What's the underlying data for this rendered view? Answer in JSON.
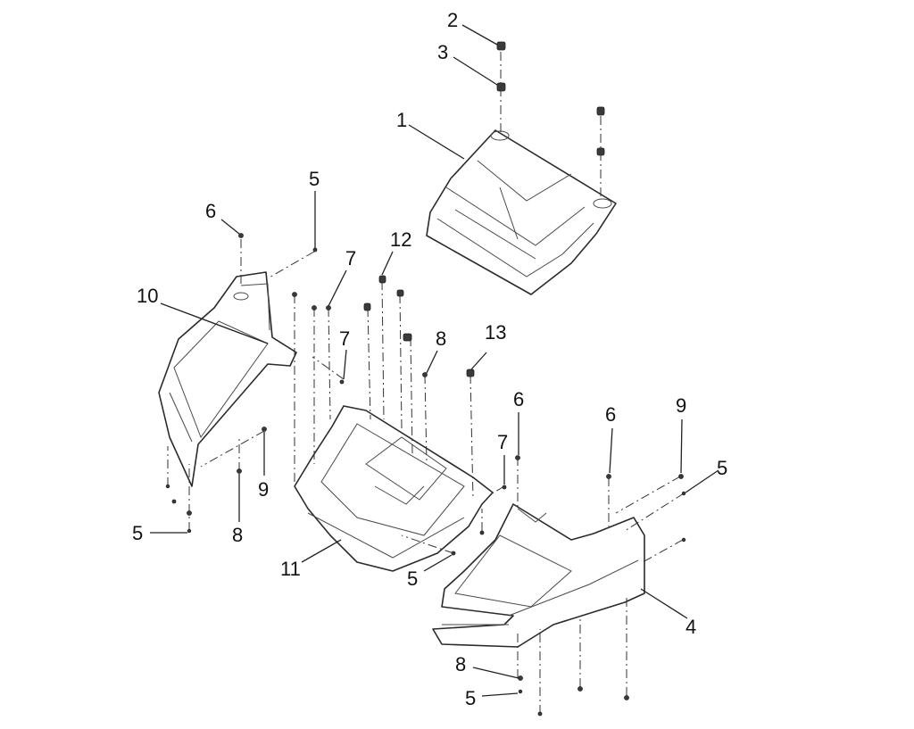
{
  "callouts": [
    {
      "id": "c2",
      "text": "2"
    },
    {
      "id": "c3",
      "text": "3"
    },
    {
      "id": "c1",
      "text": "1"
    },
    {
      "id": "c5a",
      "text": "5"
    },
    {
      "id": "c6a",
      "text": "6"
    },
    {
      "id": "c12",
      "text": "12"
    },
    {
      "id": "c7a",
      "text": "7"
    },
    {
      "id": "c10",
      "text": "10"
    },
    {
      "id": "c7b",
      "text": "7"
    },
    {
      "id": "c8a",
      "text": "8"
    },
    {
      "id": "c13",
      "text": "13"
    },
    {
      "id": "c6b",
      "text": "6"
    },
    {
      "id": "c6c",
      "text": "6"
    },
    {
      "id": "c9a",
      "text": "9"
    },
    {
      "id": "c7c",
      "text": "7"
    },
    {
      "id": "c5b",
      "text": "5"
    },
    {
      "id": "c9b",
      "text": "9"
    },
    {
      "id": "c5c",
      "text": "5"
    },
    {
      "id": "c8b",
      "text": "8"
    },
    {
      "id": "c11",
      "text": "11"
    },
    {
      "id": "c5d",
      "text": "5"
    },
    {
      "id": "c4",
      "text": "4"
    },
    {
      "id": "c8c",
      "text": "8"
    },
    {
      "id": "c5e",
      "text": "5"
    }
  ]
}
